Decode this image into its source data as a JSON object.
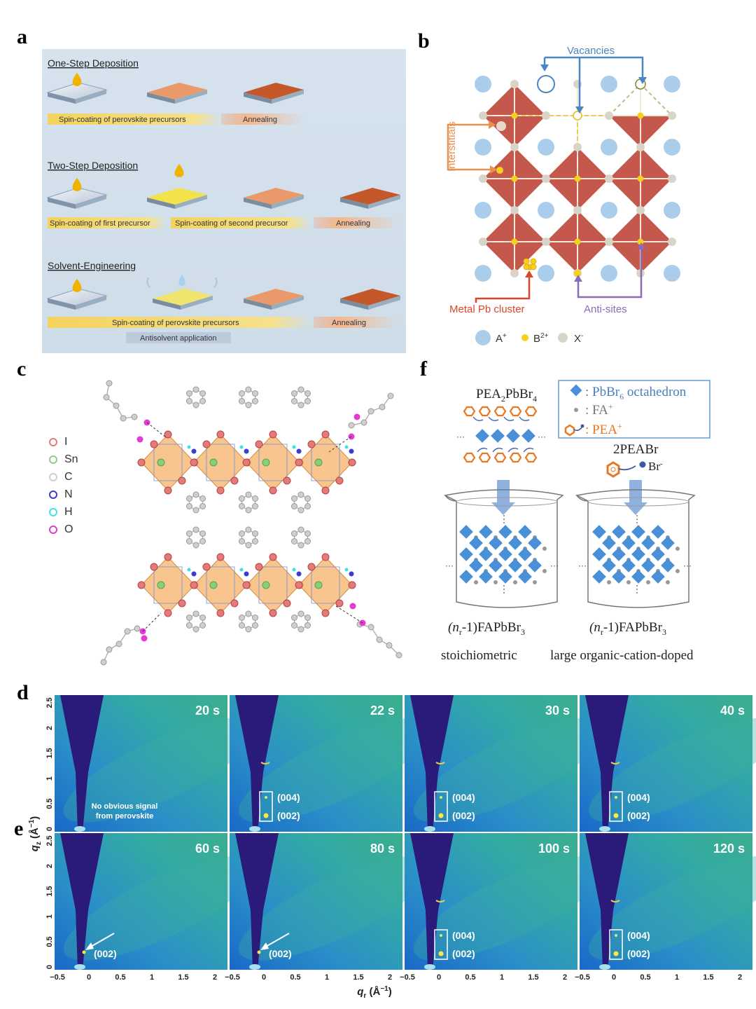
{
  "panels": {
    "a": "a",
    "b": "b",
    "c": "c",
    "d": "d",
    "e": "e",
    "f": "f"
  },
  "panel_a": {
    "one_step_title": "One-Step Deposition",
    "one_step_spin": "Spin-coating of perovskite precursors",
    "one_step_anneal": "Annealing",
    "two_step_title": "Two-Step Deposition",
    "two_step_first": "Spin-coating of first precursor",
    "two_step_second": "Spin-coating of second precursor",
    "two_step_anneal": "Annealing",
    "solvent_title": "Solvent-Engineering",
    "solvent_spin": "Spin-coating of perovskite precursors",
    "solvent_anneal": "Annealing",
    "solvent_antisolvent": "Antisolvent application"
  },
  "panel_b": {
    "vacancies": "Vacancies",
    "interstitials": "Interstitials",
    "pb_cluster": "Metal Pb cluster",
    "anti_sites": "Anti-sites",
    "legend_a": "A",
    "legend_a_sup": "+",
    "legend_b": "B",
    "legend_b_sup": "2+",
    "legend_x": "X",
    "legend_x_sup": "-",
    "colors": {
      "octahedron": "#c4584d",
      "a_site": "#a9cdea",
      "b_site": "#f7d01c",
      "x_site": "#d8d4c8"
    }
  },
  "panel_c": {
    "legend": [
      {
        "label": "I",
        "color": "#e47a7a"
      },
      {
        "label": "Sn",
        "color": "#86d07b"
      },
      {
        "label": "C",
        "color": "#cfcfcf"
      },
      {
        "label": "N",
        "color": "#3b3bd0"
      },
      {
        "label": "H",
        "color": "#3ee0e6"
      },
      {
        "label": "O",
        "color": "#e23ad2"
      }
    ]
  },
  "panel_f": {
    "pea_formula_main": "PEA",
    "pea_formula_sub1": "2",
    "pea_formula_mid": "PbBr",
    "pea_formula_sub2": "4",
    "legend_octa": ": PbBr",
    "legend_octa_sub": "6",
    "legend_octa_tail": " octahedron",
    "legend_fa": ": FA",
    "legend_fa_sup": "+",
    "legend_pea": ": PEA",
    "legend_pea_sup": "+",
    "two_peabr": "2PEABr",
    "br_label": "Br",
    "br_sup": "-",
    "beaker1_formula": "(n",
    "beaker1_sub": "r",
    "beaker1_tail": "-1)FAPbBr",
    "beaker1_sub2": "3",
    "beaker2_formula": "(n",
    "beaker2_sub": "r",
    "beaker2_tail": "-1)FAPbBr",
    "beaker2_sub2": "3",
    "caption1": "stoichiometric",
    "caption2": "large organic-cation-doped",
    "colors": {
      "diamond": "#4a90d9",
      "pea": "#e87722",
      "legend_text": "#4a7fc0"
    }
  },
  "giwaxs": {
    "y_label_q": "q",
    "y_label_sub": "z",
    "y_label_unit": " (Å",
    "y_label_exp": "−1",
    "y_label_close": ")",
    "x_label_q": "q",
    "x_label_sub": "r",
    "x_label_unit": " (Å",
    "x_label_exp": "−1",
    "x_label_close": ")",
    "y_ticks": [
      "0",
      "0.5",
      "1",
      "1.5",
      "2",
      "2.5"
    ],
    "x_ticks": [
      "−0.5",
      "0",
      "0.5",
      "1",
      "1.5",
      "2"
    ],
    "x_ticks_inner": [
      "−0.5",
      "0",
      "0.5",
      "1",
      "1.5",
      "2"
    ],
    "row_d": [
      {
        "time": "20 s",
        "note1": "No obvious signal",
        "note2": "from perovskite",
        "peaks": []
      },
      {
        "time": "22 s",
        "note1": "",
        "note2": "",
        "peaks": [
          "(004)",
          "(002)"
        ]
      },
      {
        "time": "30 s",
        "note1": "",
        "note2": "",
        "peaks": [
          "(004)",
          "(002)"
        ]
      },
      {
        "time": "40 s",
        "note1": "",
        "note2": "",
        "peaks": [
          "(004)",
          "(002)"
        ]
      }
    ],
    "row_e": [
      {
        "time": "60 s",
        "arrow_label": "(002)",
        "peaks": []
      },
      {
        "time": "80 s",
        "arrow_label": "(002)",
        "peaks": []
      },
      {
        "time": "100 s",
        "arrow_label": "",
        "peaks": [
          "(004)",
          "(002)"
        ]
      },
      {
        "time": "120 s",
        "arrow_label": "",
        "peaks": [
          "(004)",
          "(002)"
        ]
      }
    ]
  }
}
